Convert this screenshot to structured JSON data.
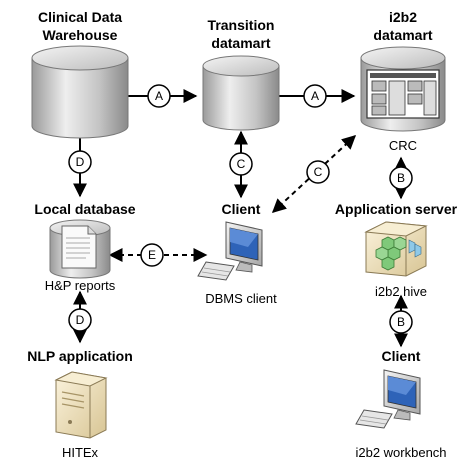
{
  "nodes": {
    "cdw": {
      "title_line1": "Clinical Data",
      "title_line2": "Warehouse"
    },
    "transition": {
      "title_line1": "Transition",
      "title_line2": "datamart"
    },
    "i2b2": {
      "title_line1": "i2b2",
      "title_line2": "datamart",
      "caption": "CRC"
    },
    "local_db": {
      "title": "Local database",
      "caption": "H&P reports"
    },
    "client_mid": {
      "title": "Client",
      "caption": "DBMS client"
    },
    "app_server": {
      "title": "Application server",
      "caption": "i2b2 hive"
    },
    "nlp": {
      "title": "NLP application",
      "caption": "HITEx"
    },
    "client_right": {
      "title": "Client",
      "caption": "i2b2 workbench"
    }
  },
  "edges": {
    "cdw_to_transition": "A",
    "transition_to_i2b2": "A",
    "cdw_to_local": "D",
    "transition_client": "C",
    "i2b2_client": "C",
    "crc_app": "B",
    "local_client": "E",
    "local_nlp": "D",
    "app_workbench": "B"
  },
  "colors": {
    "cylinder_light": "#e8e8e8",
    "cylinder_dark": "#8e8e8e",
    "hive_green": "#7fc97a",
    "server_beige": "#efe3c4"
  }
}
